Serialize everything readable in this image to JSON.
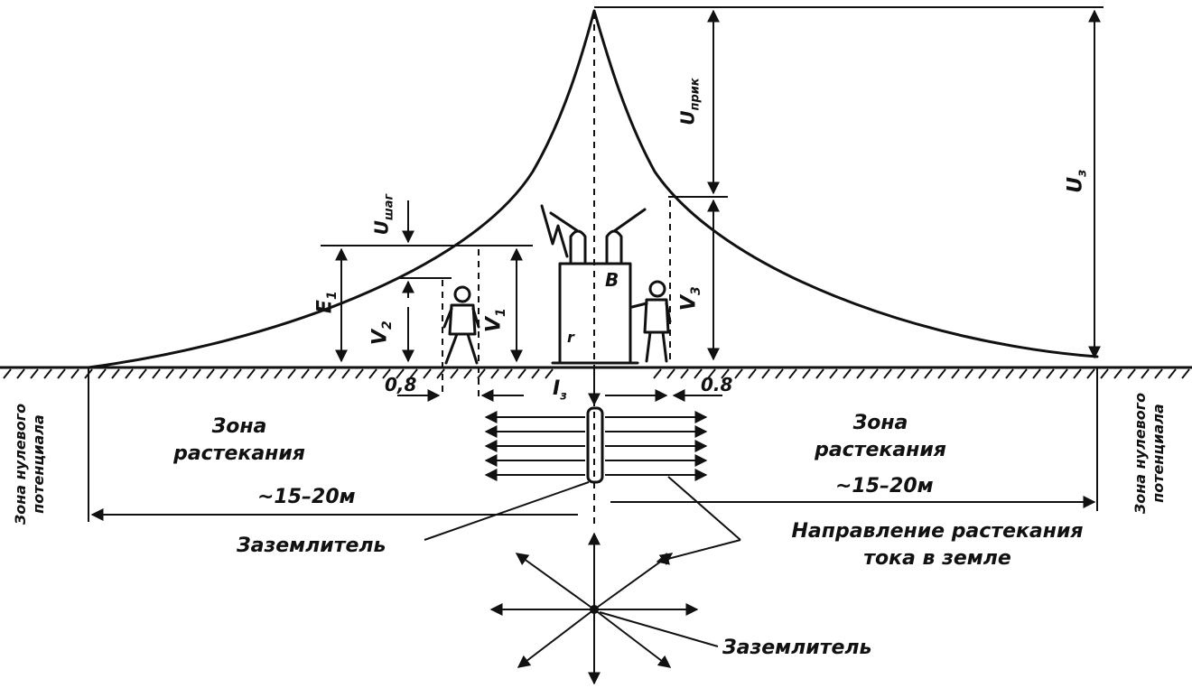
{
  "labels": {
    "u_step": "U",
    "u_step_sub": "шаг",
    "u_touch": "U",
    "u_touch_sub": "прик",
    "u_earth": "U",
    "u_earth_sub": "з",
    "e1": "E",
    "e1_sub": "1",
    "v2": "V",
    "v2_sub": "2",
    "v1": "V",
    "v1_sub": "1",
    "v3": "V",
    "v3_sub": "3",
    "b": "В",
    "r": "r",
    "iz": "I",
    "iz_sub": "з",
    "dist_left": "0,8",
    "dist_right": "0.8",
    "zone_left_line1": "Зона",
    "zone_left_line2": "растекания",
    "zone_left_size": "~15–20м",
    "zone_right_line1": "Зона",
    "zone_right_line2": "растекания",
    "zone_right_size": "~15–20м",
    "zero_left": "Зона нулевого потенциала",
    "zero_right": "Зона нулевого потенциала",
    "electrode_1": "Заземлитель",
    "direction_line1": "Направление растекания",
    "direction_line2": "тока в земле",
    "electrode_2": "Заземлитель"
  }
}
